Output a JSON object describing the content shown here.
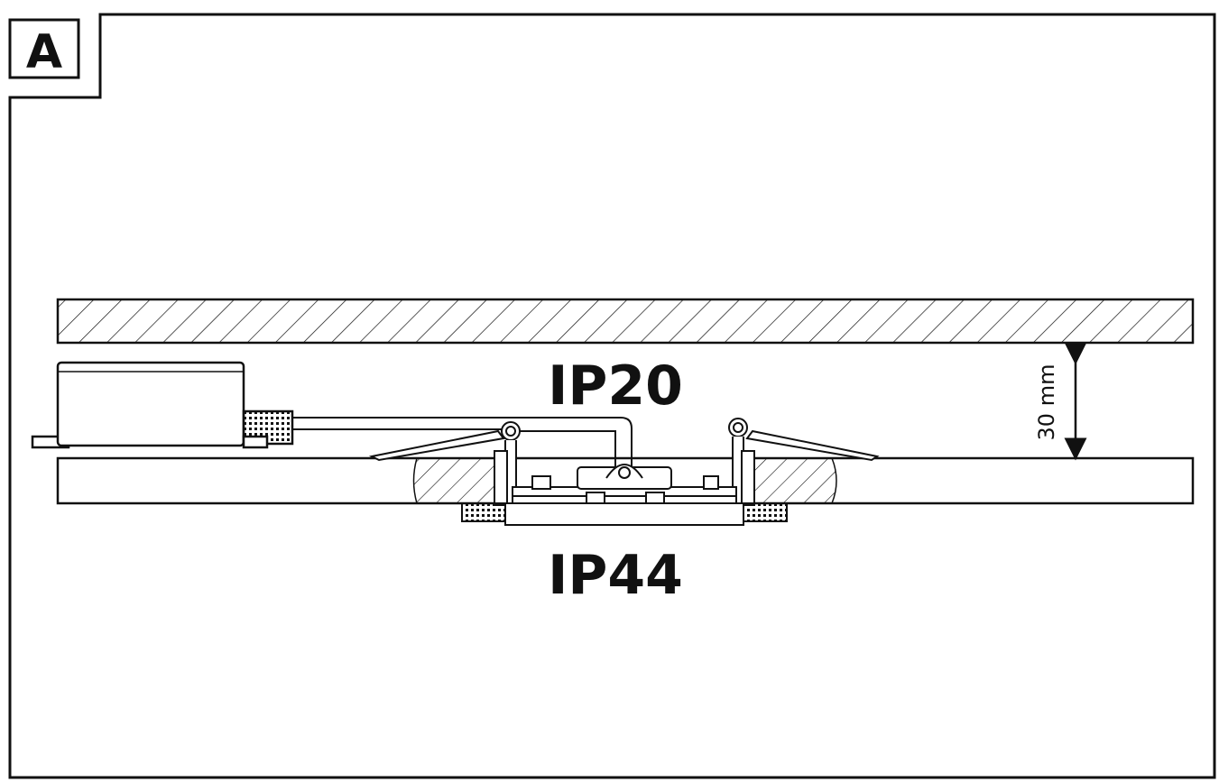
{
  "panel": {
    "letter": "A"
  },
  "labels": {
    "upper_rating": "IP20",
    "lower_rating": "IP44",
    "gap_dimension": "30 mm"
  },
  "colors": {
    "line": "#111111",
    "background": "#ffffff"
  }
}
